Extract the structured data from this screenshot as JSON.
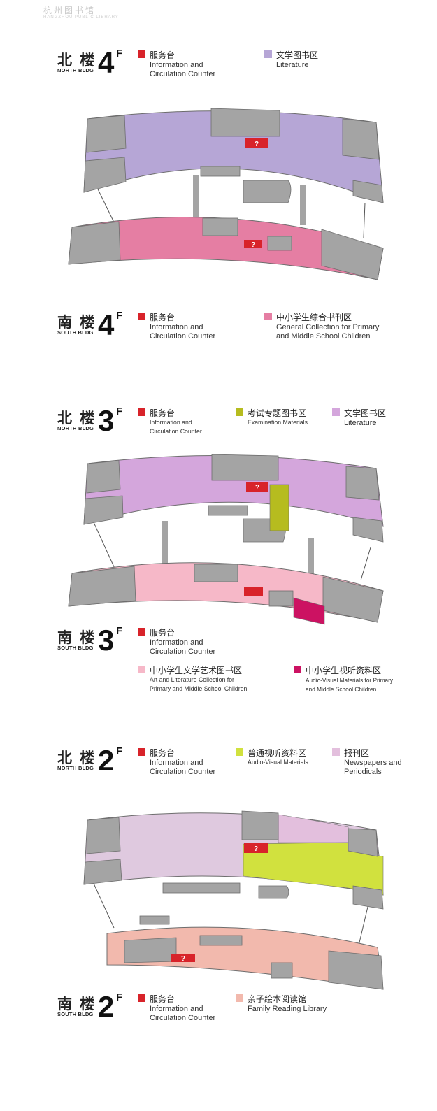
{
  "watermark": {
    "cn": "杭州图书馆",
    "en": "HANGZHOU PUBLIC LIBRARY"
  },
  "colors": {
    "counter": "#d8232a",
    "literature": "#b6a6d6",
    "general_children": "#e57ea3",
    "literature_3f": "#d4a6dc",
    "exam": "#b6bc1f",
    "art_lit_children": "#f6b8c8",
    "av_children": "#cc1262",
    "av": "#d1e13e",
    "newspapers": "#e3bfdd",
    "reading_2f": "#dfc9df",
    "family": "#f2b9ad",
    "service_area": "#a4a4a4",
    "outline": "#6d6d6d"
  },
  "floors": [
    {
      "id": "n4",
      "bldg_cn": "北 楼",
      "bldg_en": "NORTH BLDG",
      "floor": "4",
      "floor_suffix": "F",
      "legend": [
        {
          "key": "counter",
          "cn": "服务台",
          "en": "Information and\nCirculation Counter"
        },
        {
          "key": "literature",
          "cn": "文学图书区",
          "en": "Literature"
        }
      ]
    },
    {
      "id": "s4",
      "bldg_cn": "南 楼",
      "bldg_en": "SOUTH BLDG",
      "floor": "4",
      "floor_suffix": "F",
      "legend": [
        {
          "key": "counter",
          "cn": "服务台",
          "en": "Information and\nCirculation Counter"
        },
        {
          "key": "general_children",
          "cn": "中小学生综合书刊区",
          "en": "General Collection for Primary\nand Middle School Children"
        }
      ]
    },
    {
      "id": "n3",
      "bldg_cn": "北 楼",
      "bldg_en": "NORTH BLDG",
      "floor": "3",
      "floor_suffix": "F",
      "legend": [
        {
          "key": "counter",
          "cn": "服务台",
          "en": "Information and\nCirculation Counter"
        },
        {
          "key": "exam",
          "cn": "考试专题图书区",
          "en": "Examination Materials"
        },
        {
          "key": "literature_3f",
          "cn": "文学图书区",
          "en": "Literature"
        }
      ]
    },
    {
      "id": "s3",
      "bldg_cn": "南 楼",
      "bldg_en": "SOUTH BLDG",
      "floor": "3",
      "floor_suffix": "F",
      "legend": [
        {
          "key": "counter",
          "cn": "服务台",
          "en": "Information and\nCirculation Counter"
        },
        {
          "key": "art_lit_children",
          "cn": "中小学生文学艺术图书区",
          "en": "Art and Literature Collection for\nPrimary and Middle School Children"
        },
        {
          "key": "av_children",
          "cn": "中小学生视听资料区",
          "en": "Audio-Visual Materials for Primary\nand Middle School Children"
        }
      ]
    },
    {
      "id": "n2",
      "bldg_cn": "北 楼",
      "bldg_en": "NORTH BLDG",
      "floor": "2",
      "floor_suffix": "F",
      "legend": [
        {
          "key": "counter",
          "cn": "服务台",
          "en": "Information and\nCirculation Counter"
        },
        {
          "key": "av",
          "cn": "普通视听资料区",
          "en": "Audio-Visual Materials"
        },
        {
          "key": "newspapers",
          "cn": "报刊区",
          "en": "Newspapers and\nPeriodicals"
        }
      ]
    },
    {
      "id": "s2",
      "bldg_cn": "南 楼",
      "bldg_en": "SOUTH BLDG",
      "floor": "2",
      "floor_suffix": "F",
      "legend": [
        {
          "key": "counter",
          "cn": "服务台",
          "en": "Information and\nCirculation Counter"
        },
        {
          "key": "family",
          "cn": "亲子绘本阅读馆",
          "en": "Family Reading Library"
        }
      ]
    }
  ],
  "help_glyph": "?"
}
